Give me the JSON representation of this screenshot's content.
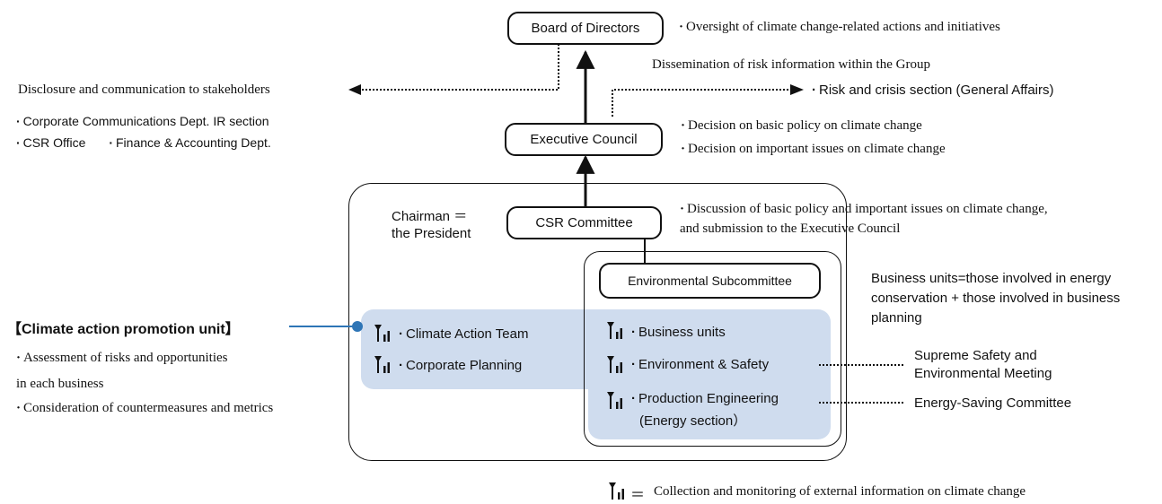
{
  "boxes": {
    "board": "Board of Directors",
    "executive": "Executive Council",
    "csr": "CSR Committee",
    "env_sub": "Environmental Subcommittee"
  },
  "notes": {
    "board_note": "Oversight of climate change-related actions and initiatives",
    "dissemination": "Dissemination of risk information within the Group",
    "risk_section": "Risk and crisis section (General Affairs)",
    "disclosure": "Disclosure and communication to stakeholders",
    "corp_comm": "Corporate Communications Dept. IR section",
    "csr_office": "CSR Office",
    "finance": "Finance & Accounting Dept.",
    "exec_note_1": "Decision on basic policy on climate change",
    "exec_note_2": "Decision on important issues on climate change",
    "csr_note_1": "Discussion of basic policy and important issues on climate change,",
    "csr_note_2": "and submission to the Executive Council",
    "chairman_1": "Chairman ＝",
    "chairman_2": "the President",
    "business_units_note_1": "Business units=those involved in energy",
    "business_units_note_2": "conservation + those involved in business",
    "business_units_note_3": "planning"
  },
  "promotion_unit": {
    "title": "【Climate action promotion unit】",
    "item_1a": "Assessment of risks and opportunities",
    "item_1b": "in each business",
    "item_2": "Consideration of countermeasures and metrics"
  },
  "members_left": [
    "Climate Action Team",
    "Corporate Planning"
  ],
  "members_right": {
    "business_units": "Business units",
    "env_safety": "Environment & Safety",
    "prod_eng_1": "Production Engineering",
    "prod_eng_2": "(Energy section）"
  },
  "meetings": {
    "supreme_1": "Supreme Safety and",
    "supreme_2": "Environmental Meeting",
    "energy_saving": "Energy-Saving Committee"
  },
  "legend": {
    "symbol_eq": "＝",
    "text": "Collection and monitoring of external information on climate change"
  },
  "colors": {
    "highlight": "#cfdcee",
    "connector": "#2e75b6",
    "line": "#111111"
  }
}
